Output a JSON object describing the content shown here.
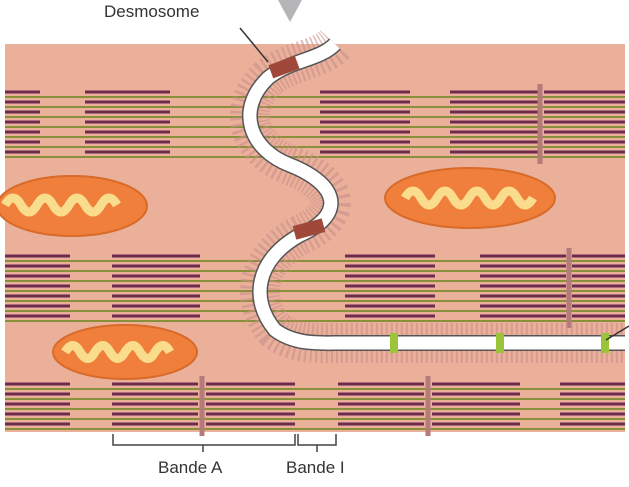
{
  "labels": {
    "desmosome": "Desmosome",
    "a_band": "Bande A",
    "i_band": "Bande I"
  },
  "colors": {
    "cytoplasm": "#eab09a",
    "thick_filament": "#6e2a4f",
    "thin_filament": "#8a8f3a",
    "mitochondrion_outer": "#ef7f3a",
    "mitochondrion_inner": "#f9dc8c",
    "gap_junction": "#9cc43a",
    "membrane": "#ffffff"
  }
}
